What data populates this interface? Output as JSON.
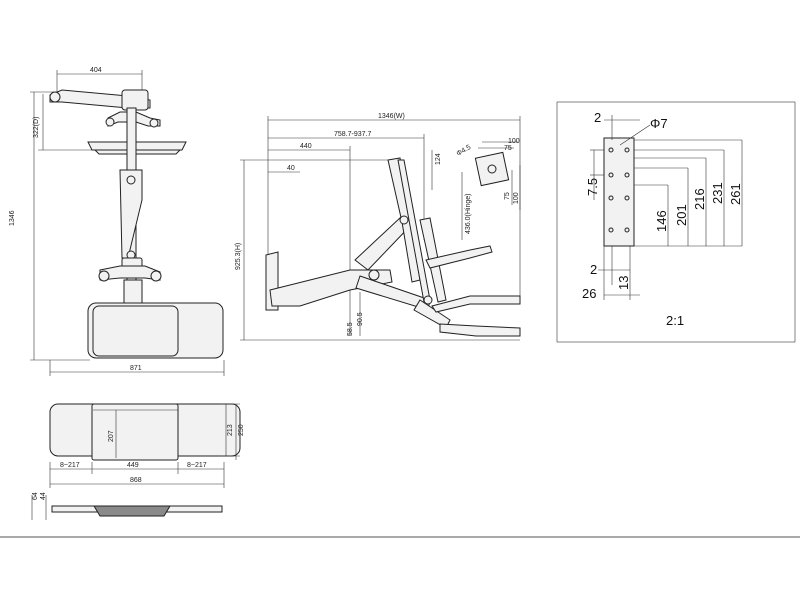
{
  "front_view": {
    "width_top": "404",
    "depth_label": "322(D)",
    "height": "1346",
    "width_total": "871"
  },
  "top_view": {
    "depth_inner": "207",
    "depth_mid": "213",
    "depth_outer": "250",
    "left_span": "8~217",
    "center": "449",
    "right_span": "8~217",
    "total": "868"
  },
  "bottom_view": {
    "h1": "64",
    "h2": "44"
  },
  "side_view": {
    "width": "1346(W)",
    "reach": "758.7-937.7",
    "dim_440": "440",
    "dim_40": "40",
    "dim_124": "124",
    "phi_small": "Φ4.5",
    "vesa_100_top": "100",
    "vesa_75_top": "75",
    "vesa_75_side": "75",
    "vesa_100_side": "100",
    "height": "925.3(H)",
    "hinge": "436.0(Hinge)",
    "low_a": "58.5",
    "low_b": "90.5"
  },
  "detail": {
    "top_2": "2",
    "phi": "Φ7",
    "d_7_5": "7.5",
    "d_146": "146",
    "d_201": "201",
    "d_216": "216",
    "d_231": "231",
    "d_261": "261",
    "b_2": "2",
    "b_13": "13",
    "b_26": "26",
    "scale": "2:1"
  }
}
